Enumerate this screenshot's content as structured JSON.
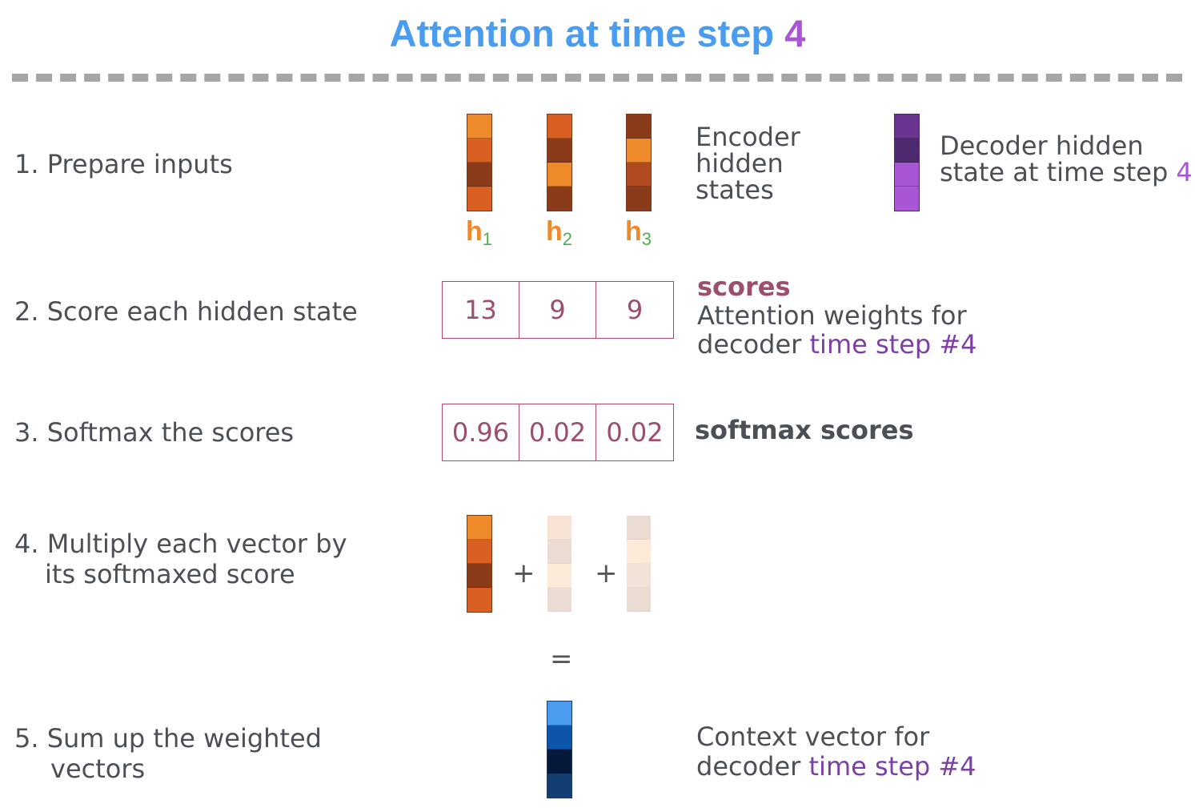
{
  "title": {
    "prefix": "Attention at time step ",
    "step": "4"
  },
  "steps": [
    {
      "line1": "1.  Prepare inputs",
      "line2": ""
    },
    {
      "line1": "2.  Score each hidden state",
      "line2": ""
    },
    {
      "line1": "3.  Softmax the scores",
      "line2": ""
    },
    {
      "line1": "4. Multiply each vector by",
      "line2": "its softmaxed score"
    },
    {
      "line1": "5. Sum up the weighted",
      "line2": "vectors"
    }
  ],
  "encoder": {
    "label_lines": [
      "Encoder",
      "hidden",
      "states"
    ],
    "vectors": [
      {
        "name": "h",
        "sub": "1",
        "colors": [
          "#ef8a2a",
          "#d95f23",
          "#8a3c1a",
          "#d95f23"
        ]
      },
      {
        "name": "h",
        "sub": "2",
        "colors": [
          "#d95f23",
          "#8a3c1a",
          "#ef8a2a",
          "#8a3c1a"
        ]
      },
      {
        "name": "h",
        "sub": "3",
        "colors": [
          "#8a3c1a",
          "#ef8a2a",
          "#b24a1f",
          "#8a3c1a"
        ]
      }
    ]
  },
  "decoder": {
    "label_line1": "Decoder hidden",
    "label_line2_prefix": "state at time step ",
    "label_line2_step": "4",
    "colors": [
      "#6a3490",
      "#502a6e",
      "#a855d6",
      "#a855d6"
    ]
  },
  "scores": {
    "values": [
      "13",
      "9",
      "9"
    ],
    "heading": "scores",
    "desc_line1": "Attention weights for",
    "desc_line2_prefix": "decoder ",
    "desc_line2_highlight": "time step #4"
  },
  "softmax": {
    "values": [
      "0.96",
      "0.02",
      "0.02"
    ],
    "label": "softmax scores"
  },
  "weighted": {
    "plus": "+",
    "equals": "=",
    "vectors": [
      {
        "colors": [
          "#ef8a2a",
          "#d95f23",
          "#8a3c1a",
          "#d95f23"
        ]
      },
      {
        "colors": [
          "#f7e2d4",
          "#eadcd2",
          "#fcebd8",
          "#eadcd2"
        ]
      },
      {
        "colors": [
          "#eadcd2",
          "#fcebd8",
          "#f1e2d8",
          "#eadcd2"
        ]
      }
    ]
  },
  "context": {
    "colors": [
      "#4a9cf0",
      "#0c55ab",
      "#051a3a",
      "#123e72"
    ],
    "line1": "Context vector for",
    "line2_prefix": "decoder ",
    "line2_highlight": "time step #4"
  }
}
